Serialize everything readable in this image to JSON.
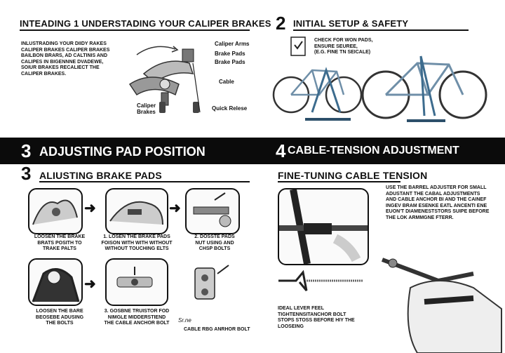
{
  "section1": {
    "heading": "INTEADING 1 UNDERSTADING YOUR CALIPER BRAKES",
    "paragraph": [
      "INLUSTRADING YOUR DIIDY RAKES",
      "CALIPER BRAKES CALIPER BRAKES",
      "BAILBON BRARS, AD CALTINIS AND",
      "CALIPES IN BIGENNNE DVADEWE,",
      "SOIUR BRAKES RECALIECT THE",
      "CALIPER BRAKES."
    ],
    "labels": {
      "caliper_arms": "Caliper Arms",
      "brake_pads_1": "Brake Pads",
      "brake_pads_2": "Brake Pads",
      "cable": "Cable",
      "caliper_brakes": "Caliper Brakes",
      "quick_release": "Quick Relese"
    }
  },
  "section2": {
    "number": "2",
    "heading": "INITIAL SETUP & SAFETY",
    "note": [
      "CHECK FOR WON PADS,",
      "ENSURE SEUREE,",
      "(E.G. FINE TN SEICALE)"
    ]
  },
  "band": {
    "left_number": "3",
    "left_title": "ADJUSTING PAD POSITION",
    "right_number": "4",
    "right_title": "CABLE-TENSION ADJUSTMENT"
  },
  "section3": {
    "number": "3",
    "heading": "ALIUSTING BRAKE PADS",
    "captions": {
      "c1": [
        "LOOSEN THE BRAKE",
        "BRATS POSITH TO",
        "TRAKE PALTS"
      ],
      "c2": [
        "1. LOSEN THE BRAKE PADS",
        "FOISON WITH WITH WITHOUT",
        "WITHOUT TOUCHING ELTS"
      ],
      "c3": [
        "2. DOSSTE PADS",
        "NUT USING AND",
        "CHSP BOLTS"
      ],
      "c4": [
        "LOOSEN THE BARE",
        "BEOSEBE ADUSING",
        "THE BOLTS"
      ],
      "c5": [
        "3. GOSBNE TRUISTOR FOD",
        "NIMGLE MIDDERSTIEND",
        "THE CABLE ANCHOR BOLT"
      ],
      "c6_prefix": "Sr.ne",
      "c6": "CABLE RBG ANRHOR BOLT"
    }
  },
  "section4": {
    "heading": "FINE-TUNING CABLE TENSION",
    "instructions": [
      "USE THE BARREL ADJUSTER FOR SMALL",
      "ADUSTANT THE CABAL ADJUSTMENTS",
      "AND CABLE ANCHOR BI AND THE CAINEF",
      "INGEV BRAM ESENKE EATL ANCENTI ENE",
      "EUON'T DIAMENESTSTORS SUIPE BEFORE",
      "THE LOK ARMMGNE FTERR."
    ],
    "bottom_note": [
      "IDEAL LEVER FEEL",
      "TIGHTENNSITANCHOR BOLT",
      "STOPS STOSS BEFORE HIY THE",
      "LOOSEING"
    ]
  }
}
